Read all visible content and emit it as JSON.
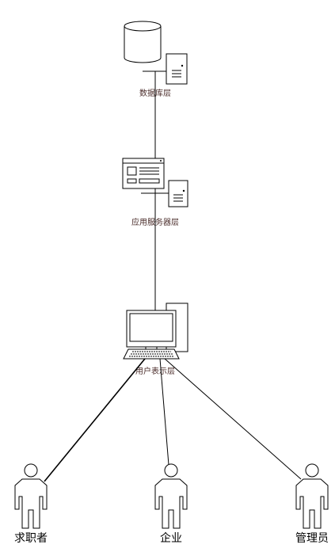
{
  "layers": {
    "database": {
      "label": "数据库层"
    },
    "app_server": {
      "label": "应用服务器层"
    },
    "presentation": {
      "label": "用户表示层"
    }
  },
  "actors": [
    {
      "id": "job-seeker",
      "label": "求职者"
    },
    {
      "id": "enterprise",
      "label": "企业"
    },
    {
      "id": "admin",
      "label": "管理员"
    }
  ],
  "icons": {
    "database": "database-cylinder-icon",
    "server": "server-tower-icon",
    "app_window": "application-window-icon",
    "computer": "desktop-computer-icon",
    "person": "user-actor-icon"
  }
}
